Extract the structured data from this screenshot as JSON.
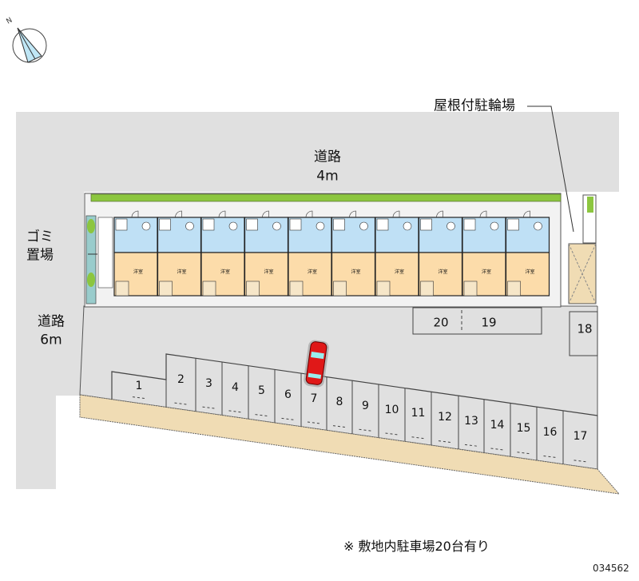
{
  "roads": [
    {
      "name": "道路",
      "width": "4m"
    },
    {
      "name": "道路",
      "width": "6m"
    }
  ],
  "garbage_area": [
    "ゴミ",
    "置場"
  ],
  "bike_shelter": "屋根付駐輪場",
  "room_label": "洋室",
  "unit_count": 10,
  "parking_main": [
    "1",
    "2",
    "3",
    "4",
    "5",
    "6",
    "7",
    "8",
    "9",
    "10",
    "11",
    "12",
    "13",
    "14",
    "15",
    "16",
    "17"
  ],
  "parking_extra": [
    "20",
    "19",
    "18"
  ],
  "note": "※ 敷地内駐車場20台有り",
  "code": "034562",
  "compass": "N",
  "colors": {
    "road": "#e0e0e0",
    "room": "#fcdcaa",
    "wet": "#bfe0f5",
    "hedge": "#8cc63f",
    "strip": "#f0dcb4",
    "car": "#e01818"
  }
}
